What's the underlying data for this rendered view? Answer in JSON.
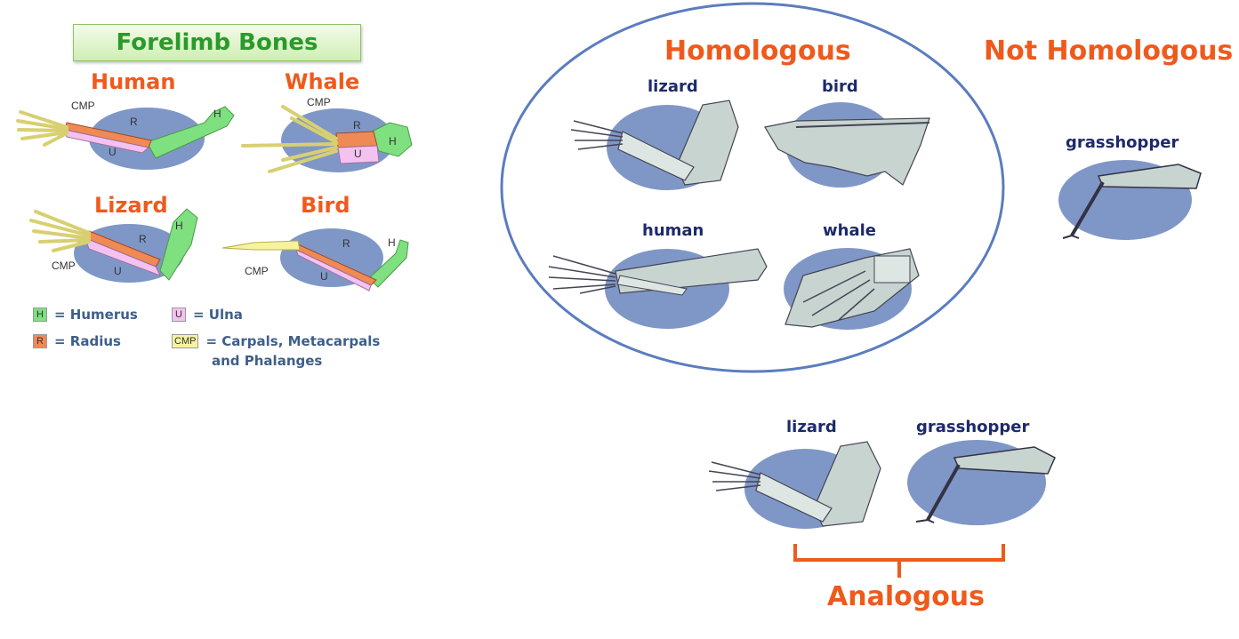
{
  "left_panel": {
    "title": "Forelimb Bones",
    "animals": [
      {
        "name": "Human",
        "labels": [
          "CMP",
          "R",
          "U",
          "H"
        ]
      },
      {
        "name": "Whale",
        "labels": [
          "CMP",
          "R",
          "U",
          "H"
        ]
      },
      {
        "name": "Lizard",
        "labels": [
          "CMP",
          "R",
          "U",
          "H"
        ]
      },
      {
        "name": "Bird",
        "labels": [
          "CMP",
          "R",
          "U",
          "H"
        ]
      }
    ],
    "legend": [
      {
        "code": "H",
        "text": "= Humerus",
        "color": "#7ee07e"
      },
      {
        "code": "U",
        "text": "= Ulna",
        "color": "#f3c2f0"
      },
      {
        "code": "R",
        "text": "= Radius",
        "color": "#f08a55"
      },
      {
        "code": "CMP",
        "text": "= Carpals, Metacarpals",
        "text2": "and Phalanges",
        "color": "#f6f3a0"
      }
    ]
  },
  "homologous": {
    "heading": "Homologous",
    "items": [
      "lizard",
      "bird",
      "human",
      "whale"
    ]
  },
  "not_homologous": {
    "heading": "Not Homologous",
    "item": "grasshopper"
  },
  "analogous": {
    "heading": "Analogous",
    "items": [
      "lizard",
      "grasshopper"
    ]
  },
  "colors": {
    "orange": "#ef5a1c",
    "navy": "#1d2a6b",
    "oval_blue": "#7f97c7",
    "circle_stroke": "#5b7cbf",
    "humerus": "#7ee07e",
    "radius": "#f08a55",
    "ulna": "#f3c2f0",
    "cmp": "#f6f3a0",
    "bone_gray": "#c8d4d0"
  }
}
